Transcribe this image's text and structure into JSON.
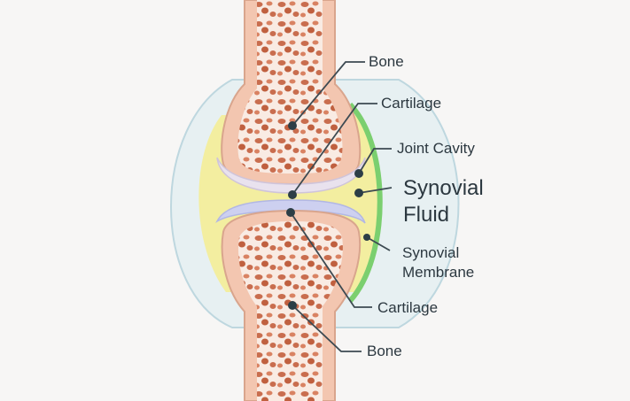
{
  "diagram": {
    "labels": {
      "bone_top": "Bone",
      "cartilage_top": "Cartilage",
      "joint_cavity": "Joint Cavity",
      "synovial_fluid": [
        "Synovial",
        "Fluid"
      ],
      "synovial_membrane": [
        "Synovial",
        "Membrane"
      ],
      "cartilage_bottom": "Cartilage",
      "bone_bottom": "Bone"
    },
    "colors": {
      "background": "#f7f6f5",
      "bone_shell": "#f3c6b0",
      "bone_inner": "#f9ebe3",
      "bone_pores": "#c96d4e",
      "cartilage_top": "#e9e2ee",
      "cartilage_bottom": "#cdd0f0",
      "synovial_fluid": "#f3eea0",
      "joint_capsule": "#e6f0f2",
      "synovial_membrane": "#7bcf6f",
      "leader_lines": "#3d4a52",
      "pointer_dots": "#2c3e46"
    }
  }
}
